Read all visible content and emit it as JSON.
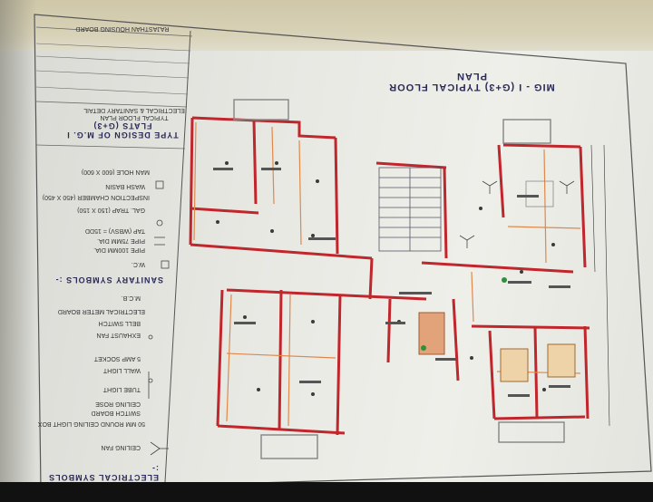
{
  "sheet": {
    "plan_title": "MIG - I (G+3) TYPICAL FLOOR PLAN",
    "type_design": [
      "TYPE DESIGN OF M.G. I",
      "FLATS (G+3)"
    ],
    "drawing_desc": [
      "ELECTRICAL & SANITARY DETAIL",
      "TYPICAL FLOOR PLAN"
    ],
    "board": "RAJASTHAN HOUSING BOARD",
    "sanitary_heading": "SANITARY SYMBOLS :-",
    "electrical_heading": "ELECTRICAL SYMBOLS :-",
    "sanitary_items": [
      "W.C.",
      "PIPE 100MM DIA.",
      "PIPE 75MM DIA.",
      "TAP (WBSV) = 15DD",
      "GAL. TRAP (150 X 150)",
      "INSPECTION CHAMBER (450 X 450)",
      "WASH BASIN",
      "MAN HOLE (600 X 600)"
    ],
    "electrical_items": [
      "CEILING FAN",
      "50 MM ROUND CEILING LIGHT BOX",
      "SWITCH BOARD",
      "CEILING ROSE",
      "TUBE LIGHT",
      "WALL LIGHT",
      "5 AMP SOCKET",
      "EXHAUST FAN",
      "BELL SWITCH",
      "ELECTRICAL METER BOARD",
      "M.C.B."
    ]
  }
}
